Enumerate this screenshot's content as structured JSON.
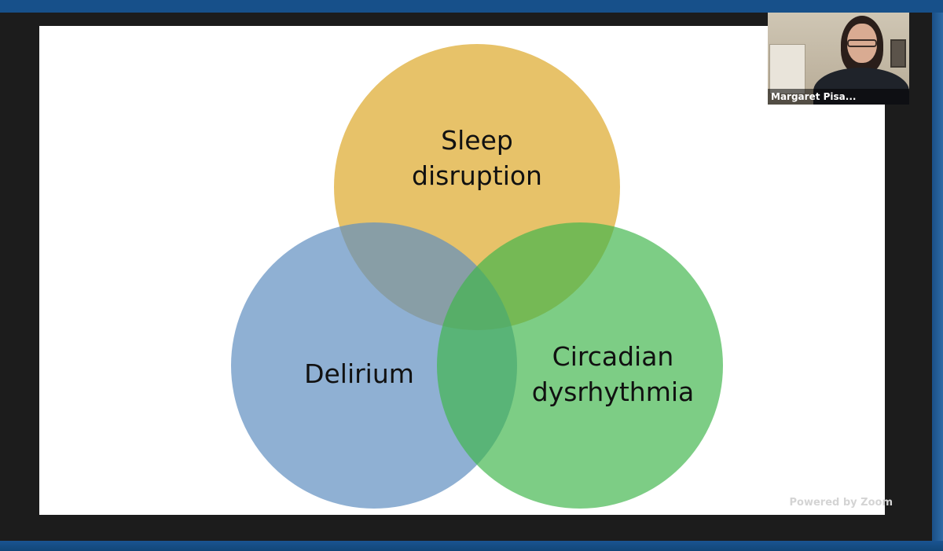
{
  "venn": {
    "sleep_line1": "Sleep",
    "sleep_line2": "disruption",
    "delirium": "Delirium",
    "circadian_line1": "Circadian",
    "circadian_line2": "dysrhythmia",
    "colors": {
      "sleep": "#e2b448",
      "delirium": "#5f8ec1",
      "circadian": "#3fb54b"
    }
  },
  "watermark": "Powered by Zoom",
  "participant": {
    "name": "Margaret Pisa..."
  }
}
